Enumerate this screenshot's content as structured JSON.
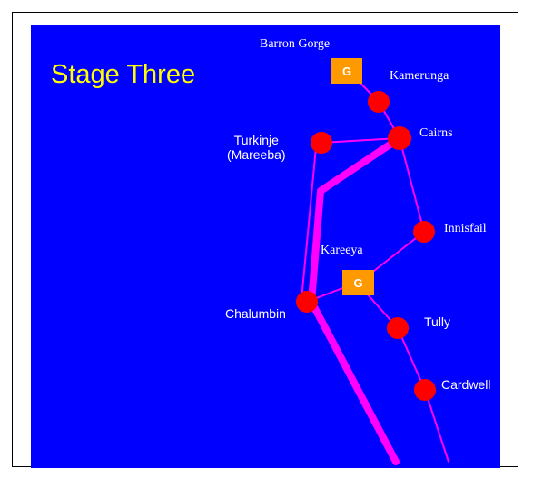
{
  "title": "Stage Three",
  "generator_badge": "G",
  "colors": {
    "background": "#0000FF",
    "title": "#FFFF00",
    "node": "#FF0000",
    "generator": "#FF9900",
    "line": "#FF00FF",
    "text": "#FFFFFF"
  },
  "places": {
    "barron_gorge": "Barron Gorge",
    "kamerunga": "Kamerunga",
    "cairns": "Cairns",
    "turkinje": "Turkinje\n(Mareeba)",
    "innisfail": "Innisfail",
    "kareeya": "Kareeya",
    "chalumbin": "Chalumbin",
    "tully": "Tully",
    "cardwell": "Cardwell"
  }
}
